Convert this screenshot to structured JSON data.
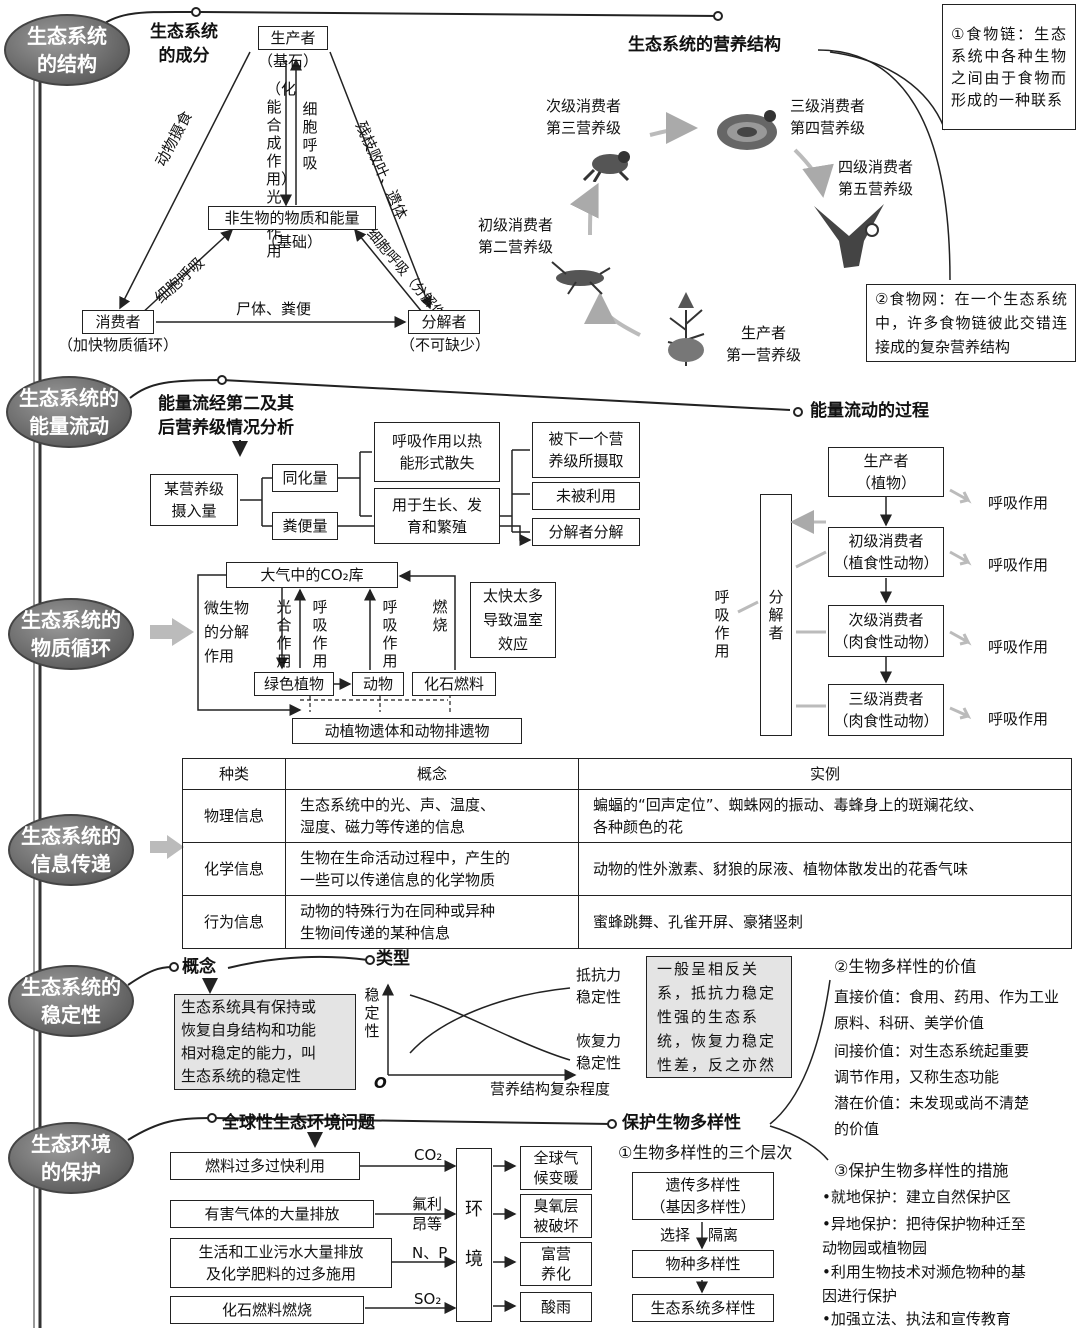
{
  "ovals": [
    "生态系统\n的结构",
    "生态系统的\n能量流动",
    "生态系统的\n物质循环",
    "生态系统的\n信息传递",
    "生态系统的\n稳定性",
    "生态环境\n的保护"
  ],
  "structure": {
    "components_title": "生态系统\n的成分",
    "producer": "生产者",
    "producer_note": "（基石）",
    "abiotic": "非生物的物质和能量",
    "abiotic_note": "（基础）",
    "consumer": "消费者",
    "consumer_note": "（加快物质循环）",
    "decomposer": "分解者",
    "decomposer_note": "（不可缺少）",
    "photosynthesis": "（化能合成作用）光合作用",
    "cell_respiration": "细胞呼吸",
    "animal_feeding": "动物摄食",
    "litter": "残枝败叶、遗体",
    "consumer_resp": "细胞呼吸",
    "decomp_resp": "细胞呼吸（分解作用）",
    "corpse": "尸体、粪便",
    "trophic_title": "生态系统的营养结构",
    "food_chain": "①食物链：生态系统中各种生物之间由于食物而形成的一种联系",
    "food_web": "②食物网：在一个生态系统中，许多食物链彼此交错连接成的复杂营养结构",
    "producer_level": "生产者\n第一营养级",
    "primary_level": "初级消费者\n第二营养级",
    "secondary_level": "次级消费者\n第三营养级",
    "tertiary_level": "三级消费者\n第四营养级",
    "quaternary_level": "四级消费者\n第五营养级"
  },
  "energy": {
    "title": "能量流经第二及其\n后营养级情况分析",
    "intake": "某营养级\n摄入量",
    "assimilation": "同化量",
    "feces": "粪便量",
    "heat": "呼吸作用以热\n能形式散失",
    "growth": "用于生长、发\n育和繁殖",
    "next_level": "被下一个营\n养级所摄取",
    "unused": "未被利用",
    "decomposer_dec": "分解者分解",
    "process_title": "能量流动的过程",
    "chain": [
      "生产者\n（植物）",
      "初级消费者\n（植食性动物）",
      "次级消费者\n（肉食性动物）",
      "三级消费者\n（肉食性动物）"
    ],
    "respiration": "呼吸作用",
    "decomposer": "分解者",
    "decomposer_resp": "呼吸作用"
  },
  "cycle": {
    "co2": "大气中的CO₂库",
    "micro": "微生物\n的分解\n作用",
    "photo": "光合作用",
    "resp1": "呼吸作用",
    "resp2": "呼吸作用",
    "burn": "燃烧",
    "greenhouse": "太快太多\n导致温室\n效应",
    "plant": "绿色植物",
    "animal": "动物",
    "fossil": "化石燃料",
    "remains": "动植物遗体和动物排遗物"
  },
  "info_table": {
    "headers": [
      "种类",
      "概念",
      "实例"
    ],
    "rows": [
      [
        "物理信息",
        "生态系统中的光、声、温度、\n湿度、磁力等传递的信息",
        "蝙蝠的“回声定位”、蜘蛛网的振动、毒蜂身上的斑斓花纹、\n各种颜色的花"
      ],
      [
        "化学信息",
        "生物在生命活动过程中，产生的\n一些可以传递信息的化学物质",
        "动物的性外激素、豺狼的尿液、植物体散发出的花香气味"
      ],
      [
        "行为信息",
        "动物的特殊行为在同种或异种\n生物间传递的某种信息",
        "蜜蜂跳舞、孔雀开屏、豪猪竖刺"
      ]
    ]
  },
  "stability": {
    "concept_title": "概念",
    "concept": "生态系统具有保持或\n恢复自身结构和功能\n相对稳定的能力，叫\n生态系统的稳定性",
    "type_title": "类型",
    "ylabel": "稳定性",
    "origin": "O",
    "xlabel": "营养结构复杂程度",
    "resist": "抵抗力\n稳定性",
    "recover": "恢复力\n稳定性",
    "note": "一般呈相反关\n系，抵抗力稳定\n性强的生态系\n统，恢复力稳定\n性差，反之亦然",
    "value_title": "②生物多样性的价值",
    "direct": "直接价值：食用、药用、作为工业\n原料、科研、美学价值",
    "indirect": "间接价值：对生态系统起重要\n调节作用，又称生态功能",
    "potential": "潜在价值：未发现或尚不清楚\n的价值"
  },
  "protection": {
    "global_title": "全球性生态环境问题",
    "causes": [
      "燃料过多过快利用",
      "有害气体的大量排放",
      "生活和工业污水大量排放\n及化学肥料的过多施用",
      "化石燃料燃烧"
    ],
    "agents": [
      "CO₂",
      "氟利\n昂等",
      "N、P",
      "SO₂"
    ],
    "env": "环\n境",
    "results": [
      "全球气\n候变暖",
      "臭氧层\n被破坏",
      "富营\n养化",
      "酸雨"
    ],
    "protect_title": "保护生物多样性",
    "levels_title": "①生物多样性的三个层次",
    "gene": "遗传多样性\n（基因多样性）",
    "select": "选择",
    "isolate": "隔离",
    "species": "物种多样性",
    "ecosystem": "生态系统多样性",
    "measures_title": "③保护生物多样性的措施",
    "measures": [
      "•就地保护：建立自然保护区",
      "•异地保护：把待保护物种迁至\n 动物园或植物园",
      "•利用生物技术对濒危物种的基\n 因进行保护",
      "•加强立法、执法和宣传教育"
    ]
  }
}
